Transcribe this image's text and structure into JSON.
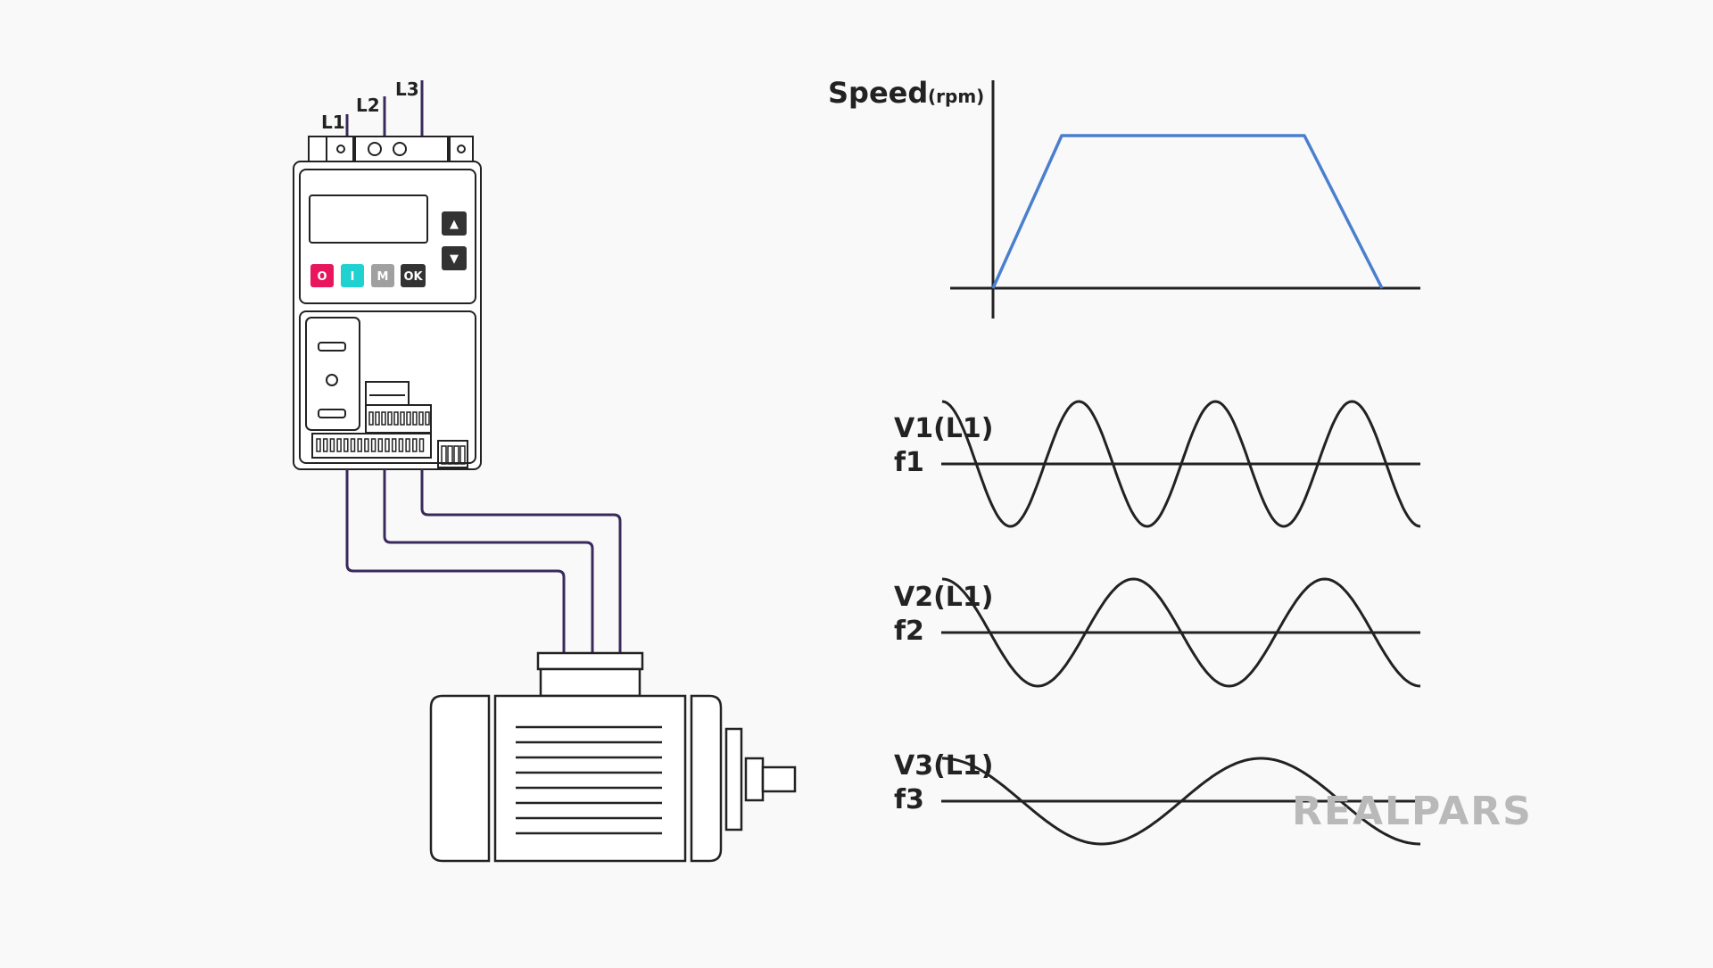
{
  "inputs": {
    "l1": "L1",
    "l2": "L2",
    "l3": "L3"
  },
  "drive": {
    "buttons": {
      "off": "O",
      "on": "I",
      "mode": "M",
      "ok": "OK"
    },
    "arrows": {
      "up": "▲",
      "down": "▼"
    }
  },
  "speed_graph": {
    "ylabel": "Speed",
    "yunit": "(rpm)",
    "color": "#4a7fd0"
  },
  "waves": [
    {
      "label": "V1(L1)",
      "freq_label": "f1",
      "cycles": 3.5
    },
    {
      "label": "V2(L1)",
      "freq_label": "f2",
      "cycles": 2.5
    },
    {
      "label": "V3(L1)",
      "freq_label": "f3",
      "cycles": 1.5
    }
  ],
  "logo": "REALPARS",
  "colors": {
    "off_button": "#e8175d",
    "on_button": "#1fd1d1",
    "mode_button": "#a0a0a0",
    "ok_button": "#333333",
    "cable": "#3a2a5c",
    "line": "#222222"
  }
}
